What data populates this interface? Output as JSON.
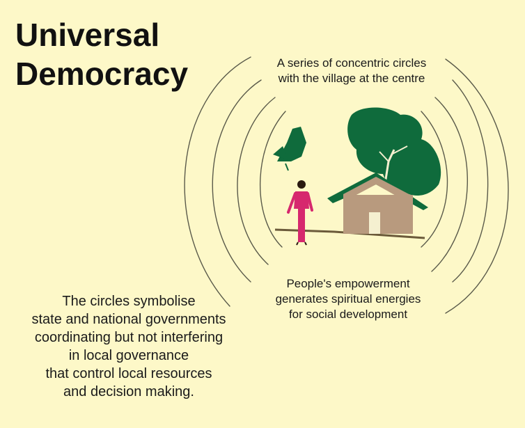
{
  "title": {
    "line1": "Universal",
    "line2": "Democracy"
  },
  "top_caption": {
    "line1": "A series of concentric circles",
    "line2": "with the village at the centre"
  },
  "bottom_caption": {
    "line1": "People's empowerment",
    "line2": "generates spiritual energies",
    "line3": "for social development"
  },
  "left_caption": {
    "line1": "The circles symbolise",
    "line2": "state and national governments",
    "line3": "coordinating but not interfering",
    "line4": "in local governance",
    "line5": "that control local resources",
    "line6": "and decision making."
  },
  "colors": {
    "background": "#fdf8c8",
    "circle_stroke": "#5a5a4a",
    "tree_green": "#0f6b3c",
    "hut_wall": "#b89a7e",
    "woman_dress": "#d6286e",
    "ground": "#6b5a3a"
  },
  "icons": [
    "village-hut-illustration",
    "tree-illustration",
    "woman-figure-illustration"
  ]
}
